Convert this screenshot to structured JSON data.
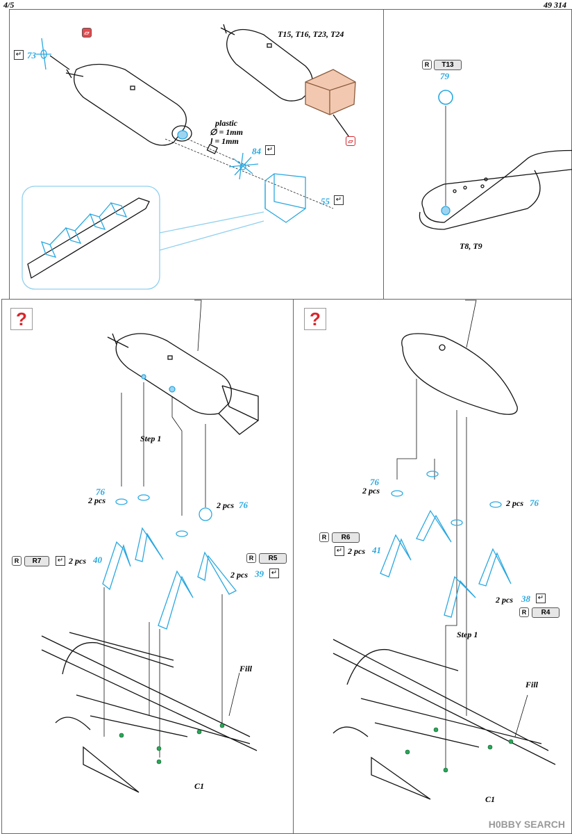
{
  "header": {
    "page": "4/5",
    "code": "49 314"
  },
  "panel1": {
    "variants": "T15, T16, T23, T24",
    "plastic": "plastic",
    "dia": "∅ = 1mm",
    "len": "l = 1mm",
    "p73": "73",
    "p84": "84",
    "p55": "55"
  },
  "panel2": {
    "tag": "T13",
    "p79": "79",
    "variants": "T8, T9"
  },
  "panel3": {
    "q": "?",
    "step": "Step 1",
    "p76a": "76",
    "pcs_a": "2 pcs",
    "pcs_b": "2 pcs",
    "p76b": "76",
    "r7": "R7",
    "pcs40": "2 pcs",
    "p40": "40",
    "r5": "R5",
    "pcs39": "2 pcs",
    "p39": "39",
    "fill": "Fill",
    "c1": "C1"
  },
  "panel4": {
    "q": "?",
    "p76a": "76",
    "pcs_a": "2 pcs",
    "pcs_b": "2 pcs",
    "p76b": "76",
    "r6": "R6",
    "pcs41": "2 pcs",
    "p41": "41",
    "pcs38": "2 pcs",
    "p38": "38",
    "r4": "R4",
    "step": "Step 1",
    "fill": "Fill",
    "c1": "C1"
  },
  "watermark": "H0BBY SEARCH",
  "icons": {
    "bend": "bend-icon",
    "etched": "etched-part-icon",
    "unknown": "question-icon"
  },
  "colors": {
    "part_blue": "#29a8e0",
    "question_red": "#d7262b",
    "resin": "#f2c9b0"
  }
}
